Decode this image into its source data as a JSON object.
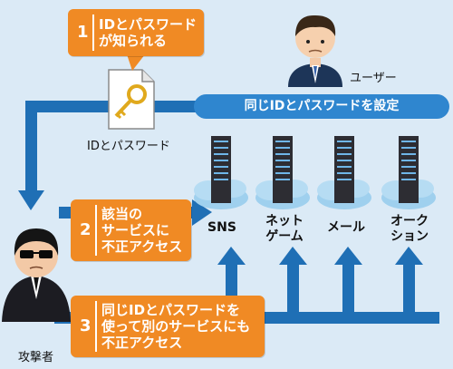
{
  "callouts": [
    {
      "number": "1",
      "lines": [
        "IDとパスワード",
        "が知られる"
      ]
    },
    {
      "number": "2",
      "lines": [
        "該当の",
        "サービスに",
        "不正アクセス"
      ]
    },
    {
      "number": "3",
      "lines": [
        "同じIDとパスワードを",
        "使って別のサービスにも",
        "不正アクセス"
      ]
    }
  ],
  "user_label": "ユーザー",
  "banner_text": "同じIDとパスワードを設定",
  "file_label": "IDとパスワード",
  "attacker_label": "攻撃者",
  "services": [
    {
      "lines": [
        "SNS"
      ]
    },
    {
      "lines": [
        "ネット",
        "ゲーム"
      ]
    },
    {
      "lines": [
        "メール"
      ]
    },
    {
      "lines": [
        "オーク",
        "ション"
      ]
    }
  ],
  "colors": {
    "background": "#dbeaf6",
    "arrow_blue": "#1f6fb5",
    "callout_orange": "#f08a24",
    "banner_blue": "#2f86cf",
    "cloud": "#9fd0ee",
    "server": "#2d2d33"
  }
}
